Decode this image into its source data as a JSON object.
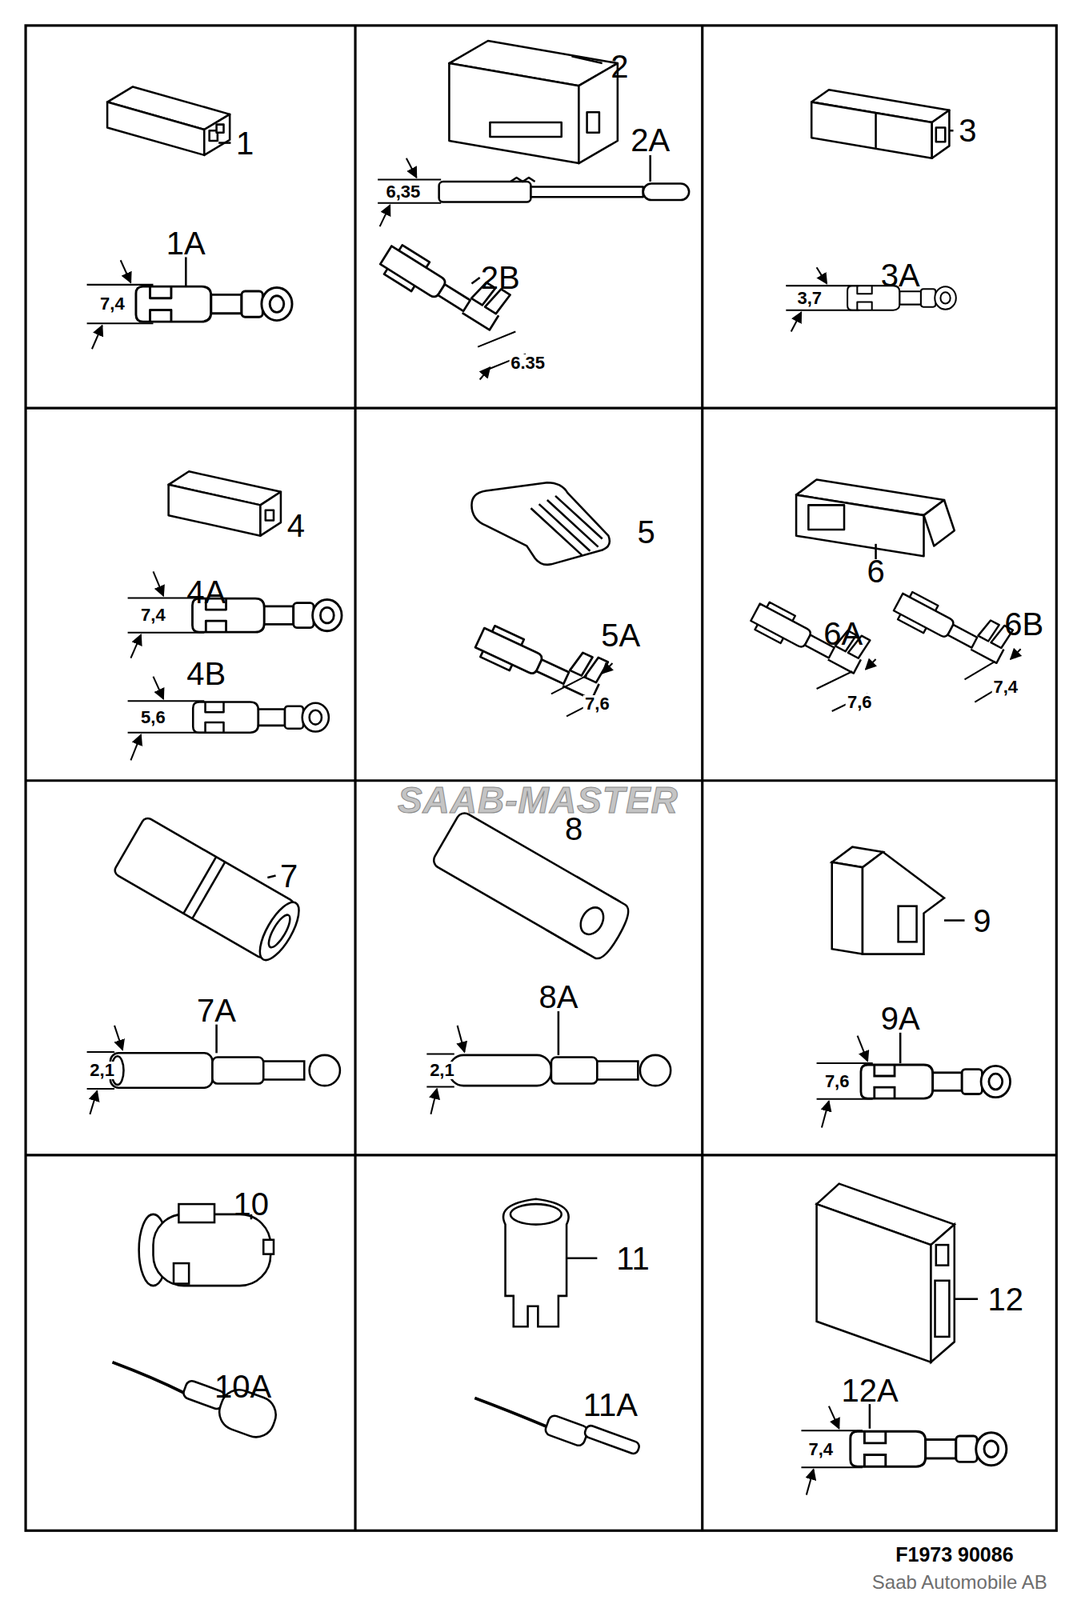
{
  "diagram": {
    "labels": [
      "1",
      "1A",
      "7,4",
      "2",
      "2A",
      "6,35",
      "2B",
      "6.35",
      "3",
      "3A",
      "3,7",
      "4",
      "4A",
      "7,4",
      "4B",
      "5,6",
      "5",
      "5A",
      "7,6",
      "6",
      "6A",
      "7,6",
      "6B",
      "7,4",
      "SAAB-MASTER",
      "7",
      "7A",
      "2,1",
      "8",
      "8A",
      "2,1",
      "9",
      "9A",
      "7,6",
      "10",
      "10A",
      "11",
      "11A",
      "12",
      "12A",
      "7,4",
      "F1973 90086",
      "Saab Automobile AB"
    ]
  }
}
